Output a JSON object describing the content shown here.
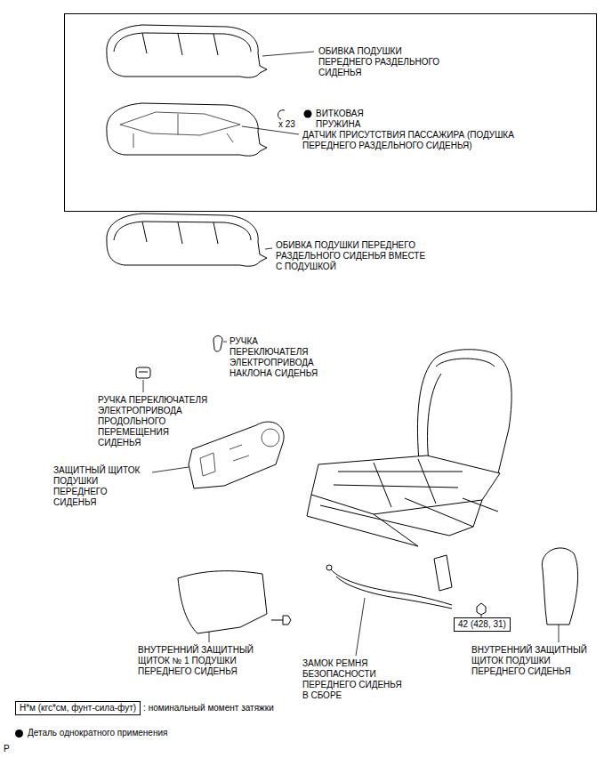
{
  "diagram": {
    "nodes": [
      {
        "text": [
          "42 (428, 31)"
        ]
      },
      {
        "text": [
          "Н*м (кгс*см, фунт-сила-фут)"
        ]
      }
    ],
    "labels": [
      "ОБИВКА ПОДУШКИ ПЕРЕДНЕГО РАЗДЕЛЬНОГО СИДЕНЬЯ",
      "x 23",
      "ВИТКОВАЯ ПРУЖИНА",
      "ДАТЧИК ПРИСУТСТВИЯ ПАССАЖИРА (ПОДУШКА ПЕРЕДНЕГО РАЗДЕЛЬНОГО СИДЕНЬЯ)",
      "ОБИВКА ПОДУШКИ ПЕРЕДНЕГО РАЗДЕЛЬНОГО СИДЕНЬЯ ВМЕСТЕ С ПОДУШКОЙ",
      "РУЧКА ПЕРЕКЛЮЧАТЕЛЯ ЭЛЕКТРОПРИВОДА НАКЛОНА СИДЕНЬЯ",
      "РУЧКА ПЕРЕКЛЮЧАТЕЛЯ ЭЛЕКТРОПРИВОДА ПРОДОЛЬНОГО ПЕРЕМЕЩЕНИЯ СИДЕНЬЯ",
      "ЗАЩИТНЫЙ ЩИТОК ПОДУШКИ ПЕРЕДНЕГО СИДЕНЬЯ",
      "ВНУТРЕННИЙ ЗАЩИТНЫЙ ЩИТОК № 1 ПОДУШКИ ПЕРЕДНЕГО СИДЕНЬЯ",
      "ЗАМОК РЕМНЯ БЕЗОПАСНОСТИ ПЕРЕДНЕГО СИДЕНЬЯ В СБОРЕ",
      "ВНУТРЕННИЙ ЗАЩИТНЫЙ ЩИТОК ПОДУШКИ ПЕРЕДНЕГО СИДЕНЬЯ",
      ": номинальный момент затяжки",
      "P"
    ],
    "legend": [
      {
        "text": "Деталь однократного применения",
        "color": "#000000"
      }
    ]
  }
}
